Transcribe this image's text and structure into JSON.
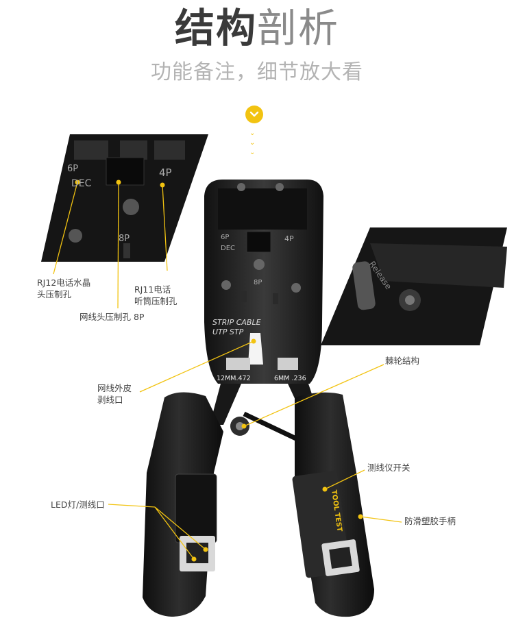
{
  "header": {
    "title_main": "结构",
    "title_light": "剖析",
    "subtitle": "功能备注，细节放大看"
  },
  "tool_text": {
    "dec6p": "6P",
    "dec": "DEC",
    "p4": "4P",
    "p8": "8P",
    "strip": "STRIP CABLE",
    "utp": "UTP STP",
    "mm12": "12MM.472",
    "mm6": "6MM .236",
    "release": "Release",
    "tester": "TOOL TEST"
  },
  "callouts": {
    "rj12": [
      "RJ12电话水晶",
      "头压制孔"
    ],
    "rj11": [
      "RJ11电话",
      "听筒压制孔"
    ],
    "rj45": "网线头压制孔 8P",
    "stripper": [
      "网线外皮",
      "剥线口"
    ],
    "ratchet": "棘轮结构",
    "tester_switch": "测线仪开关",
    "led": "LED灯/测线口",
    "grip": "防滑塑胶手柄"
  },
  "colors": {
    "accent": "#f2c311",
    "tool_body": "#1d1d1d",
    "tool_metal": "#2b2b2b"
  }
}
